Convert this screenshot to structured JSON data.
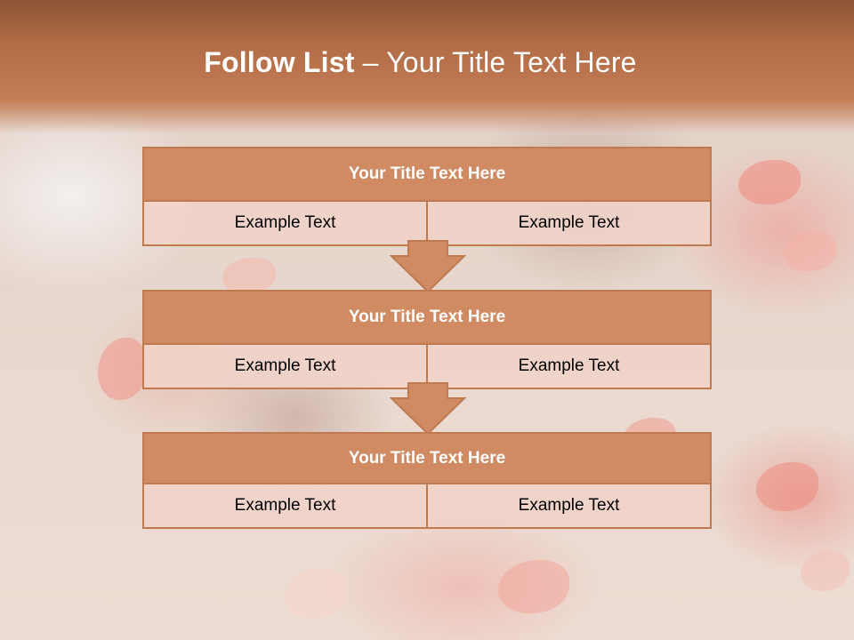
{
  "slide": {
    "title_bold": "Follow List",
    "title_rest": " – Your Title Text Here"
  },
  "steps": [
    {
      "title": "Your Title Text Here",
      "left": "Example Text",
      "right": "Example Text"
    },
    {
      "title": "Your Title Text Here",
      "left": "Example Text",
      "right": "Example Text"
    },
    {
      "title": "Your Title Text Here",
      "left": "Example Text",
      "right": "Example Text"
    }
  ],
  "colors": {
    "header_band": "#b06b45",
    "box_header": "#d08b63",
    "box_border": "#bf7a50",
    "box_cell": "#f0d2c8",
    "arrow": "#d08b63"
  }
}
